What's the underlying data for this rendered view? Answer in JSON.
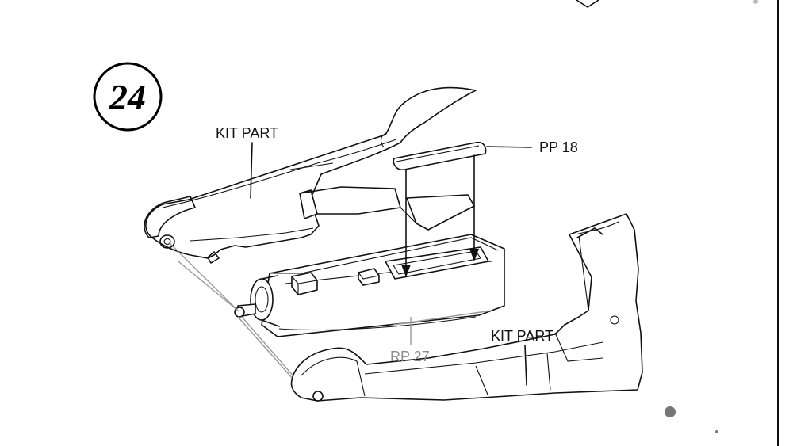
{
  "step": {
    "number": "24"
  },
  "labels": {
    "canopy_kit_part": "KIT PART",
    "pp18": "PP 18",
    "fuselage_kit_part": "KIT PART",
    "rp27": "RP 27"
  }
}
